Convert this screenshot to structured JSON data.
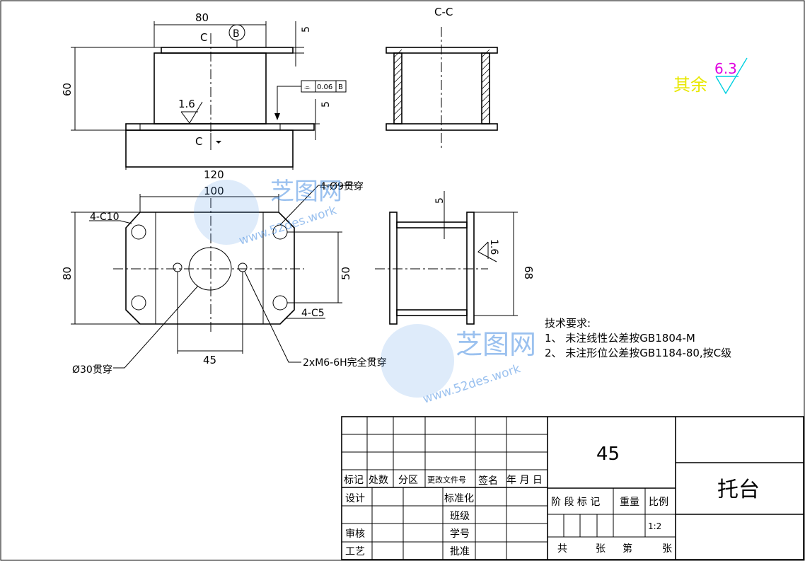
{
  "front_view": {
    "dim_width_top": "80",
    "section_mark": "C",
    "datum": "B",
    "dim_height": "60",
    "dim_thickness_top": "5",
    "dim_thickness_bottom": "5",
    "roughness": "1.6",
    "dim_width_bottom": "120",
    "tolerance": {
      "symbol": "⌯",
      "value": "0.06",
      "datum": "B"
    }
  },
  "section_view": {
    "title": "C-C"
  },
  "top_view": {
    "dim_width": "100",
    "hole_callout": "4-Ø9贯穿",
    "chamfer_callout": "4-C10",
    "dim_height": "80",
    "dim_hole_spacing_v": "50",
    "chamfer_callout_2": "4-C5",
    "dim_hole_spacing_h": "45",
    "bore_callout": "Ø30贯穿",
    "thread_callout": "2xM6-6H完全贯穿"
  },
  "side_view": {
    "dim_thickness": "5",
    "roughness": "1.6",
    "dim_height": "68"
  },
  "surface_finish": {
    "label": "其余",
    "value": "6.3"
  },
  "tech_requirements": {
    "title": "技术要求:",
    "items": [
      "1、  未注线性公差按GB1804-M",
      "2、  未注形位公差按GB1184-80,按C级"
    ]
  },
  "watermark": {
    "brand": "芝图网",
    "url": "www.52des.work"
  },
  "title_block": {
    "material": "45",
    "part_name": "托台",
    "rev_headers": [
      "标记",
      "处数",
      "分区",
      "更改文件号",
      "签名",
      "年 月 日"
    ],
    "design": "设计",
    "standardization": "标准化",
    "class": "班级",
    "review": "审核",
    "student_id": "学号",
    "process": "工艺",
    "approve": "批准",
    "stage_mark": "阶 段 标 记",
    "weight": "重量",
    "scale_label": "比例",
    "scale": "1:2",
    "total_label": "共",
    "sheet_label": "张",
    "page_label": "第",
    "page_sheet_label": "张"
  }
}
